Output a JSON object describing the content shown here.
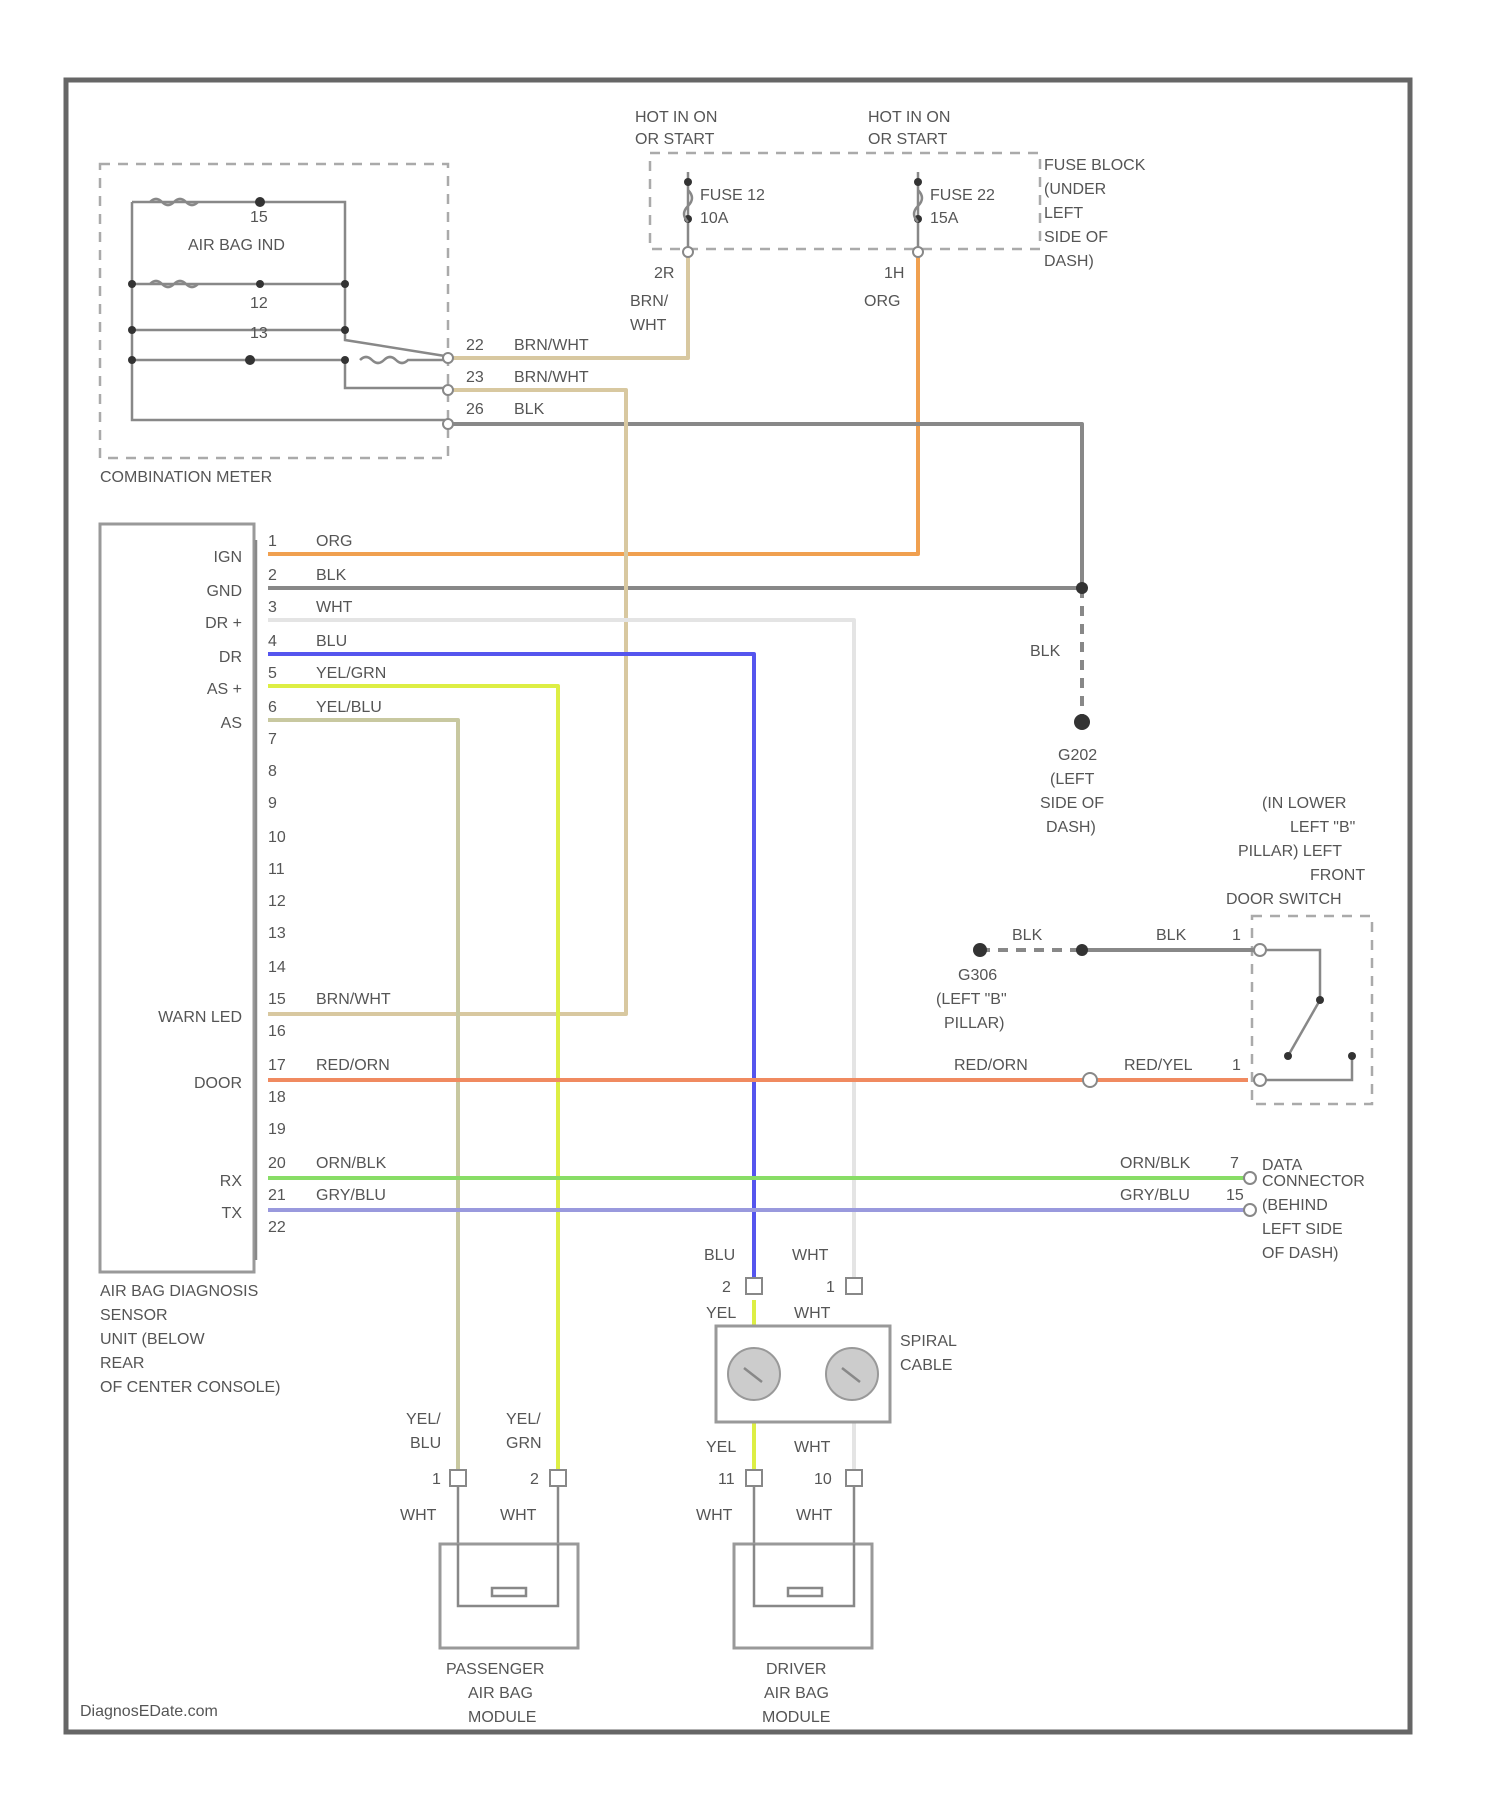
{
  "colors": {
    "ORG": "#f0a050",
    "BLK": "#888888",
    "WHT": "#dddddd",
    "BLU": "#5555ee",
    "YEL_GRN": "#ddee44",
    "YEL_BLU": "#c8c8a0",
    "BRN_WHT": "#d8c8a0",
    "RED_ORN": "#f08a60",
    "ORN_BLK": "#88dd66",
    "GRY_BLU": "#9999dd"
  },
  "fuse_block": {
    "hot1": [
      "HOT IN ON",
      "OR START"
    ],
    "hot2": [
      "HOT IN ON",
      "OR START"
    ],
    "fuse1_name": "FUSE 12",
    "fuse1_amp": "10A",
    "fuse2_name": "FUSE 22",
    "fuse2_amp": "15A",
    "label": [
      "FUSE BLOCK",
      "(UNDER",
      "LEFT",
      "SIDE OF",
      "DASH)"
    ],
    "pin1": "2R",
    "pin2": "1H",
    "wire1": [
      "BRN/",
      "WHT"
    ],
    "wire2": "ORG"
  },
  "combination_meter": {
    "title": "COMBINATION METER",
    "indicator": "AIR BAG IND",
    "pins": [
      "22",
      "23",
      "26"
    ],
    "wires": [
      "BRN/WHT",
      "BRN/WHT",
      "BLK"
    ],
    "inner": [
      "15",
      "12",
      "13"
    ]
  },
  "ecu": {
    "title": [
      "AIR BAG DIAGNOSIS",
      "SENSOR",
      "UNIT (BELOW",
      "REAR",
      "OF CENTER CONSOLE)"
    ],
    "labels": {
      "IGN": "IGN",
      "GND": "GND",
      "DR_PLUS": "DR +",
      "DR": "DR",
      "AS_PLUS": "AS +",
      "AS": "AS",
      "WARN": "WARN LED",
      "DOOR": "DOOR",
      "RX": "RX",
      "TX": "TX"
    },
    "pins": [
      "1",
      "2",
      "3",
      "4",
      "5",
      "6",
      "7",
      "8",
      "9",
      "10",
      "11",
      "12",
      "13",
      "14",
      "15",
      "16",
      "17",
      "18",
      "19",
      "20",
      "21",
      "22"
    ],
    "wires": {
      "p1": "ORG",
      "p2": "BLK",
      "p3": "WHT",
      "p4": "BLU",
      "p5": "YEL/GRN",
      "p6": "YEL/BLU",
      "p15": "BRN/WHT",
      "p17": "RED/ORN",
      "p20": "ORN/BLK",
      "p21": "GRY/BLU"
    }
  },
  "ground_g202": {
    "wire": "BLK",
    "label": [
      "G202",
      "(LEFT",
      "SIDE OF",
      "DASH)"
    ]
  },
  "door_switch": {
    "title": [
      "(IN LOWER",
      "LEFT \"B\"",
      "PILLAR) LEFT",
      "FRONT",
      "DOOR SWITCH"
    ],
    "wire_a": "BLK",
    "wire_b": "BLK",
    "ground": [
      "G306",
      "(LEFT \"B\"",
      "PILLAR)"
    ],
    "door_wire_left": "RED/ORN",
    "door_wire_right": "RED/YEL",
    "pin_top": "1",
    "pin_bottom": "1"
  },
  "data_connector": {
    "label": [
      "DATA",
      "CONNECTOR",
      "(BEHIND",
      "LEFT SIDE",
      "OF DASH)"
    ],
    "pin_rx": "7",
    "pin_tx": "15",
    "wire_rx": "ORN/BLK",
    "wire_tx": "GRY/BLU"
  },
  "spiral_cable": {
    "label": [
      "SPIRAL",
      "CABLE"
    ],
    "top_left_wire": "BLU",
    "top_right_wire": "WHT",
    "top_left_pin": "2",
    "top_right_pin": "1",
    "in_left": "YEL",
    "in_right": "WHT",
    "out_left": "YEL",
    "out_right": "WHT",
    "bottom_left_pin": "11",
    "bottom_right_pin": "10"
  },
  "passenger_module": {
    "label": [
      "PASSENGER",
      "AIR BAG",
      "MODULE"
    ],
    "wire_left": [
      "YEL/",
      "BLU"
    ],
    "wire_right": [
      "YEL/",
      "GRN"
    ],
    "pin_left": "1",
    "pin_right": "2",
    "lead_left": "WHT",
    "lead_right": "WHT"
  },
  "driver_module": {
    "label": [
      "DRIVER",
      "AIR BAG",
      "MODULE"
    ],
    "lead_left": "WHT",
    "lead_right": "WHT"
  },
  "watermark": "DiagnosEDate.com"
}
